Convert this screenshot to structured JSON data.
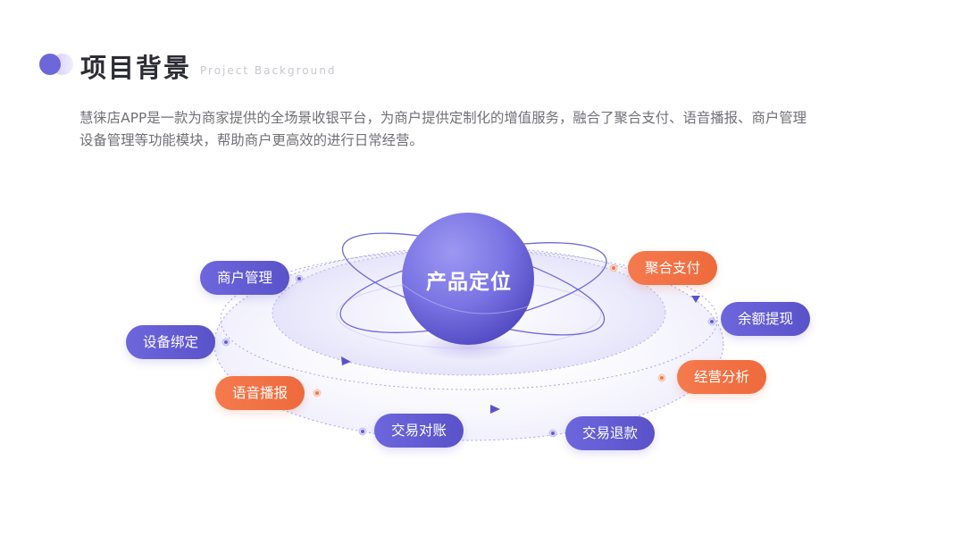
{
  "header": {
    "title": "项目背景",
    "subtitle": "Project Background"
  },
  "description": {
    "line1": "慧徕店APP是一款为商家提供的全场景收银平台，为商户提供定制化的增值服务，融合了聚合支付、语音播报、商户管理",
    "line2": "设备管理等功能模块，帮助商户更高效的进行日常经营。"
  },
  "diagram": {
    "center": "产品定位",
    "nodes": [
      {
        "label": "商户管理",
        "color": "purple"
      },
      {
        "label": "设备绑定",
        "color": "purple"
      },
      {
        "label": "语音播报",
        "color": "orange"
      },
      {
        "label": "交易对账",
        "color": "purple"
      },
      {
        "label": "交易退款",
        "color": "purple"
      },
      {
        "label": "聚合支付",
        "color": "orange"
      },
      {
        "label": "余额提现",
        "color": "purple"
      },
      {
        "label": "经营分析",
        "color": "orange"
      }
    ]
  },
  "colors": {
    "purple": "#6159d0",
    "orange": "#f07444",
    "title": "#2c2c34",
    "text": "#6f6f77"
  }
}
